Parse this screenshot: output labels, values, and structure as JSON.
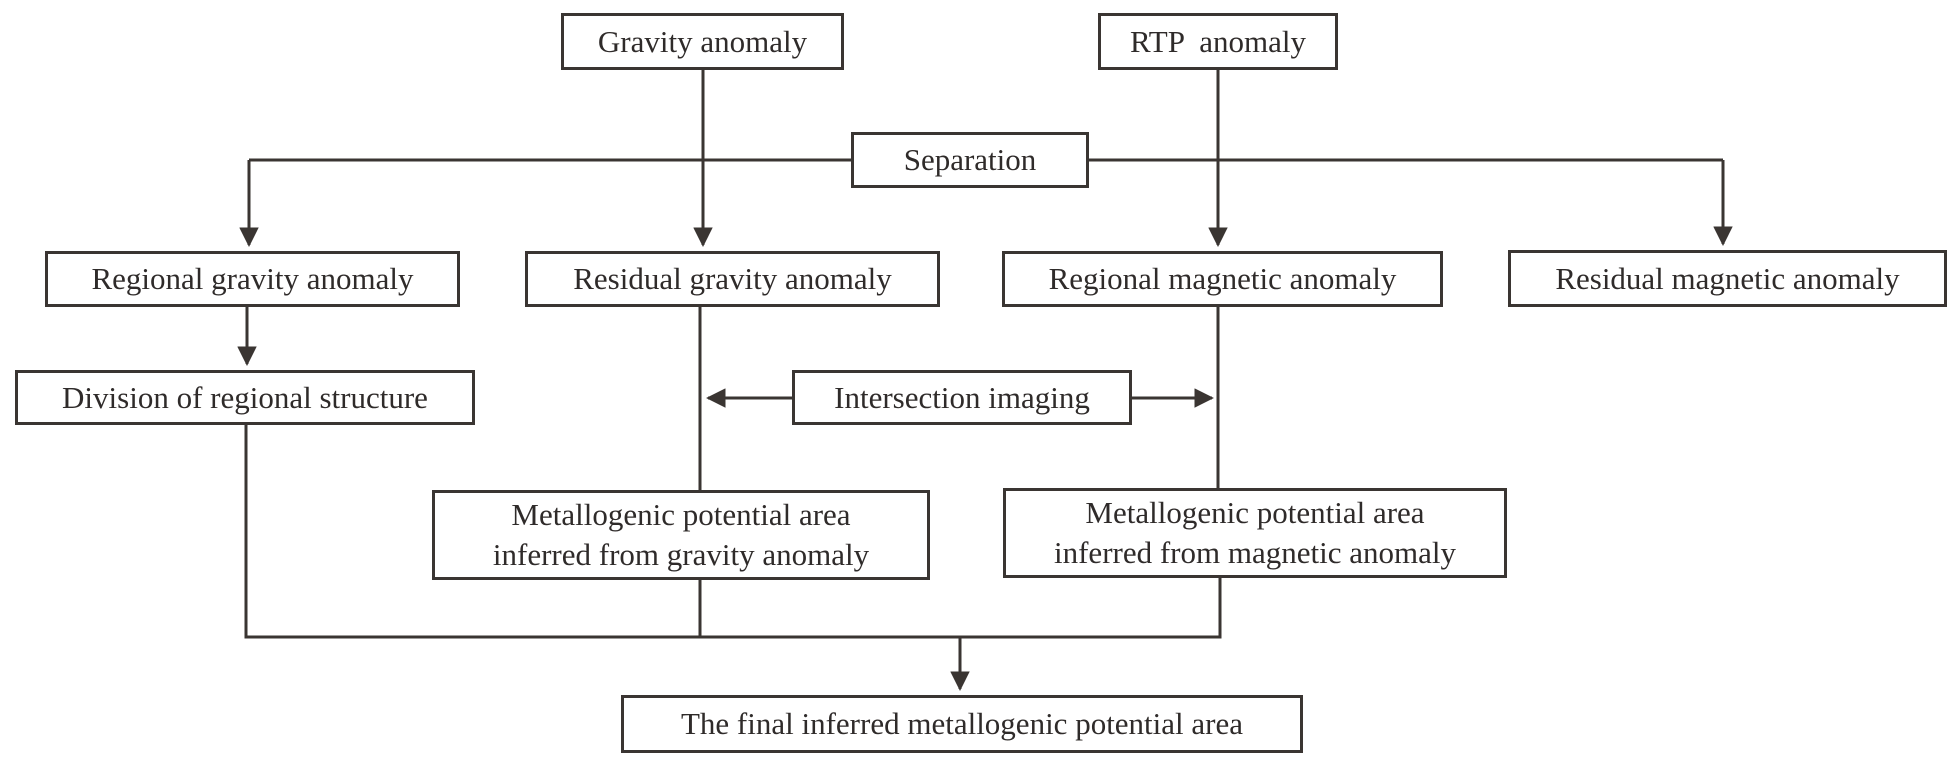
{
  "diagram": {
    "type": "flowchart",
    "background_color": "#ffffff",
    "line_color": "#3a3532",
    "text_color": "#2f2b2a",
    "box_fill_color": "#ffffff",
    "nodes": {
      "gravity_anomaly": "Gravity anomaly",
      "rtp_anomaly": "RTP  anomaly",
      "separation": "Separation",
      "regional_gravity": "Regional gravity anomaly",
      "residual_gravity": "Residual gravity anomaly",
      "regional_magnetic": "Regional magnetic anomaly",
      "residual_magnetic": "Residual magnetic anomaly",
      "division": "Division of regional structure",
      "intersection": "Intersection imaging",
      "metallogenic_gravity": "Metallogenic potential area\ninferred from gravity anomaly",
      "metallogenic_magnetic": "Metallogenic potential area\ninferred from magnetic anomaly",
      "final": "The final inferred metallogenic potential area"
    },
    "edges": [
      {
        "from": "gravity_anomaly",
        "to": "residual_gravity",
        "arrow": true
      },
      {
        "from": "rtp_anomaly",
        "to": "regional_magnetic",
        "arrow": true
      },
      {
        "from": "gravity_anomaly",
        "via": "separation",
        "to": "regional_gravity",
        "arrow": true
      },
      {
        "from": "rtp_anomaly",
        "via": "separation",
        "to": "residual_magnetic",
        "arrow": true
      },
      {
        "from": "regional_gravity",
        "to": "division",
        "arrow": true
      },
      {
        "from": "residual_gravity",
        "to": "metallogenic_gravity",
        "arrow": false
      },
      {
        "from": "regional_magnetic",
        "to": "metallogenic_magnetic",
        "arrow": false
      },
      {
        "from": "intersection",
        "to": "residual_gravity_flow_line",
        "arrow": true,
        "direction": "left"
      },
      {
        "from": "intersection",
        "to": "regional_magnetic_flow_line",
        "arrow": true,
        "direction": "right"
      },
      {
        "from": "division",
        "via": "collector",
        "to": "final",
        "arrow": true
      },
      {
        "from": "metallogenic_gravity",
        "via": "collector",
        "to": "final",
        "arrow": true
      },
      {
        "from": "metallogenic_magnetic",
        "via": "collector",
        "to": "final",
        "arrow": true
      }
    ]
  }
}
